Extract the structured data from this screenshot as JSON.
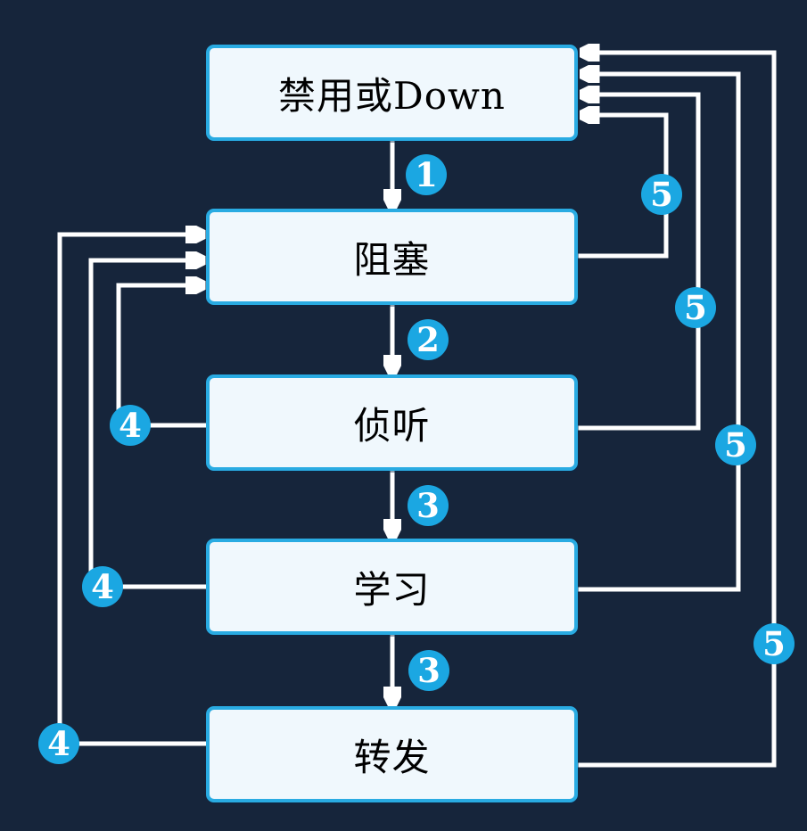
{
  "diagram": {
    "description": "STP port state transition diagram",
    "colors": {
      "background": "#16253B",
      "node_fill": "#F0F8FD",
      "node_border": "#29ABE2",
      "arrow": "#FFFFFF",
      "badge_fill": "#1BA7E2",
      "badge_text": "#FFFFFF",
      "node_text": "#000000"
    },
    "nodes": [
      {
        "id": "disabled",
        "label": "禁用或Down"
      },
      {
        "id": "blocking",
        "label": "阻塞"
      },
      {
        "id": "listening",
        "label": "侦听"
      },
      {
        "id": "learning",
        "label": "学习"
      },
      {
        "id": "forwarding",
        "label": "转发"
      }
    ],
    "badges": [
      {
        "id": "step-1",
        "label": "1"
      },
      {
        "id": "step-2",
        "label": "2"
      },
      {
        "id": "step-3a",
        "label": "3"
      },
      {
        "id": "step-3b",
        "label": "3"
      },
      {
        "id": "step-4a",
        "label": "4"
      },
      {
        "id": "step-4b",
        "label": "4"
      },
      {
        "id": "step-4c",
        "label": "4"
      },
      {
        "id": "step-5a",
        "label": "5"
      },
      {
        "id": "step-5b",
        "label": "5"
      },
      {
        "id": "step-5c",
        "label": "5"
      },
      {
        "id": "step-5d",
        "label": "5"
      }
    ]
  }
}
